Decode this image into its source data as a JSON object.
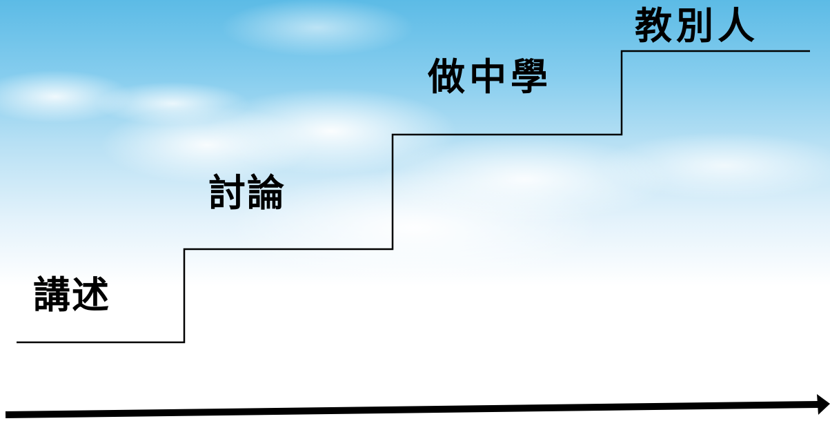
{
  "steps": [
    {
      "label": "講述"
    },
    {
      "label": "討論"
    },
    {
      "label": "做中學"
    },
    {
      "label": "教別人"
    }
  ],
  "colors": {
    "sky_top": "#5cbbe6",
    "line": "#000000",
    "text": "#000000"
  }
}
